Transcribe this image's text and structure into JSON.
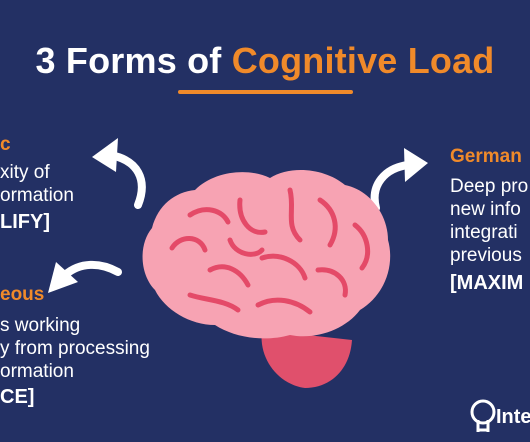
{
  "title": {
    "prefix": "3 Forms of ",
    "accent": "Cognitive Load"
  },
  "left_top": {
    "heading": "c",
    "lines": [
      "xity of",
      "ormation"
    ],
    "tag": "LIFY]"
  },
  "left_bottom": {
    "heading": "eous",
    "lines": [
      "s working",
      "y from processing",
      "ormation"
    ],
    "tag": "CE]"
  },
  "right": {
    "heading": "German",
    "lines": [
      "Deep pro",
      "new info",
      "integrati",
      "previous"
    ],
    "tag": "[MAXIM"
  },
  "logo": {
    "text": "Inte"
  },
  "colors": {
    "background": "#233064",
    "accent": "#f08a2a",
    "brain": "#f7a3b3",
    "brain_folds": "#e44a68",
    "brain_stem": "#e0506c"
  }
}
